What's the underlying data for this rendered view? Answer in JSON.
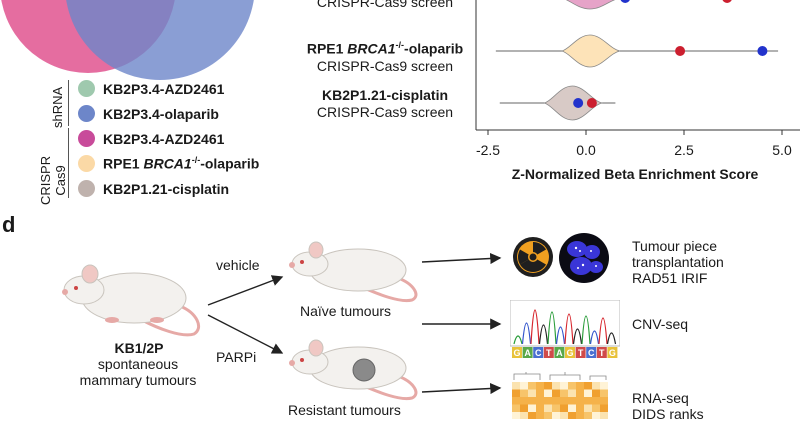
{
  "venn": {
    "colors": {
      "pink": "#e0548f",
      "blue": "#6d86c9"
    }
  },
  "legend": {
    "group_shrna": "shRNA",
    "group_crispr": "CRISPR\nCas9",
    "items": [
      {
        "label": "KB2P3.4-AZD2461",
        "color": "#9fc9ae"
      },
      {
        "label": "KB2P3.4-olaparib",
        "color": "#6d86c9"
      },
      {
        "label": "KB2P3.4-AZD2461",
        "color": "#c84b9a"
      },
      {
        "label_prefix": "RPE1 ",
        "label_gene": "BRCA1",
        "label_sup": "-/-",
        "label_suffix": "-olaparib",
        "color": "#fbd9a6"
      },
      {
        "label": "KB2P1.21-cisplatin",
        "color": "#bfb2ad"
      }
    ]
  },
  "chart_data": {
    "type": "violin",
    "rows": [
      {
        "title_bold": "",
        "title_sub": "CRISPR-Cas9 screen",
        "violin_color": "#e6a3c8",
        "red": 3.6,
        "blue": 1.0
      },
      {
        "title_bold_prefix": "RPE1 ",
        "title_bold_gene": "BRCA1",
        "title_bold_sup": "-/-",
        "title_bold_suffix": "-olaparib",
        "title_sub": "CRISPR-Cas9 screen",
        "violin_color": "#fde3b8",
        "red": 2.4,
        "blue": 4.5
      },
      {
        "title_bold": "KB2P1.21-cisplatin",
        "title_sub": "CRISPR-Cas9 screen",
        "violin_color": "#d8cac6",
        "red": 0.15,
        "blue": -0.2
      }
    ],
    "xlabel": "Z-Normalized Beta Enrichment Score",
    "xticks": [
      "-2.5",
      "0.0",
      "2.5",
      "5.0"
    ],
    "xlim": [
      -3.0,
      5.5
    ],
    "colors": {
      "red": "#cc1f2f",
      "blue": "#2233cc"
    }
  },
  "panel_d": {
    "letter": "d",
    "source_title": "KB1/2P",
    "source_sub1": "spontaneous",
    "source_sub2": "mammary tumours",
    "arrow_top": "vehicle",
    "arrow_bottom": "PARPi",
    "naive": "Naïve tumours",
    "resistant": "Resistant tumours",
    "out1": [
      "Tumour piece",
      "transplantation",
      "RAD51 IRIF"
    ],
    "out2": "CNV-seq",
    "out3": [
      "RNA-seq",
      "DIDS ranks"
    ],
    "seq_letters": "GACTAGTCTG"
  }
}
